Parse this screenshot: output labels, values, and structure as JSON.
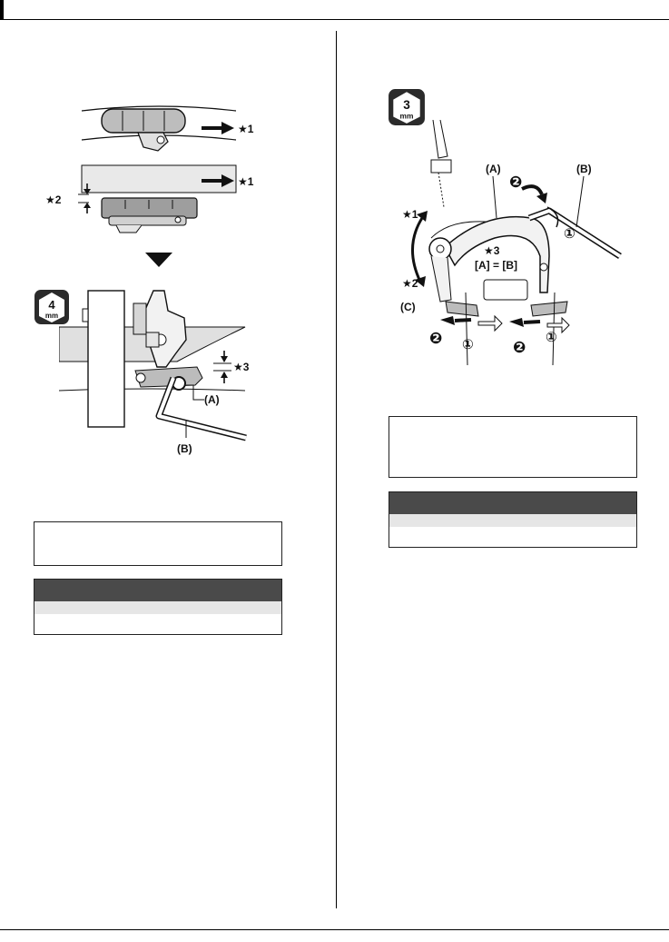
{
  "labels": {
    "star1": "★1",
    "star2": "★2",
    "star3": "★3",
    "part_a": "(A)",
    "part_b": "(B)",
    "part_c": "(C)",
    "equation": "[A] = [B]",
    "step1": "①",
    "step2": "❷"
  },
  "tools": {
    "left_size_top": "4",
    "left_size_unit": "mm",
    "right_size_top": "3",
    "right_size_unit": "mm"
  },
  "colors": {
    "ink": "#111111",
    "badge": "#2b2b2b",
    "table_header": "#4a4a4a",
    "table_stripe": "#e6e6e6",
    "rim_fill": "#e9e9e9"
  }
}
